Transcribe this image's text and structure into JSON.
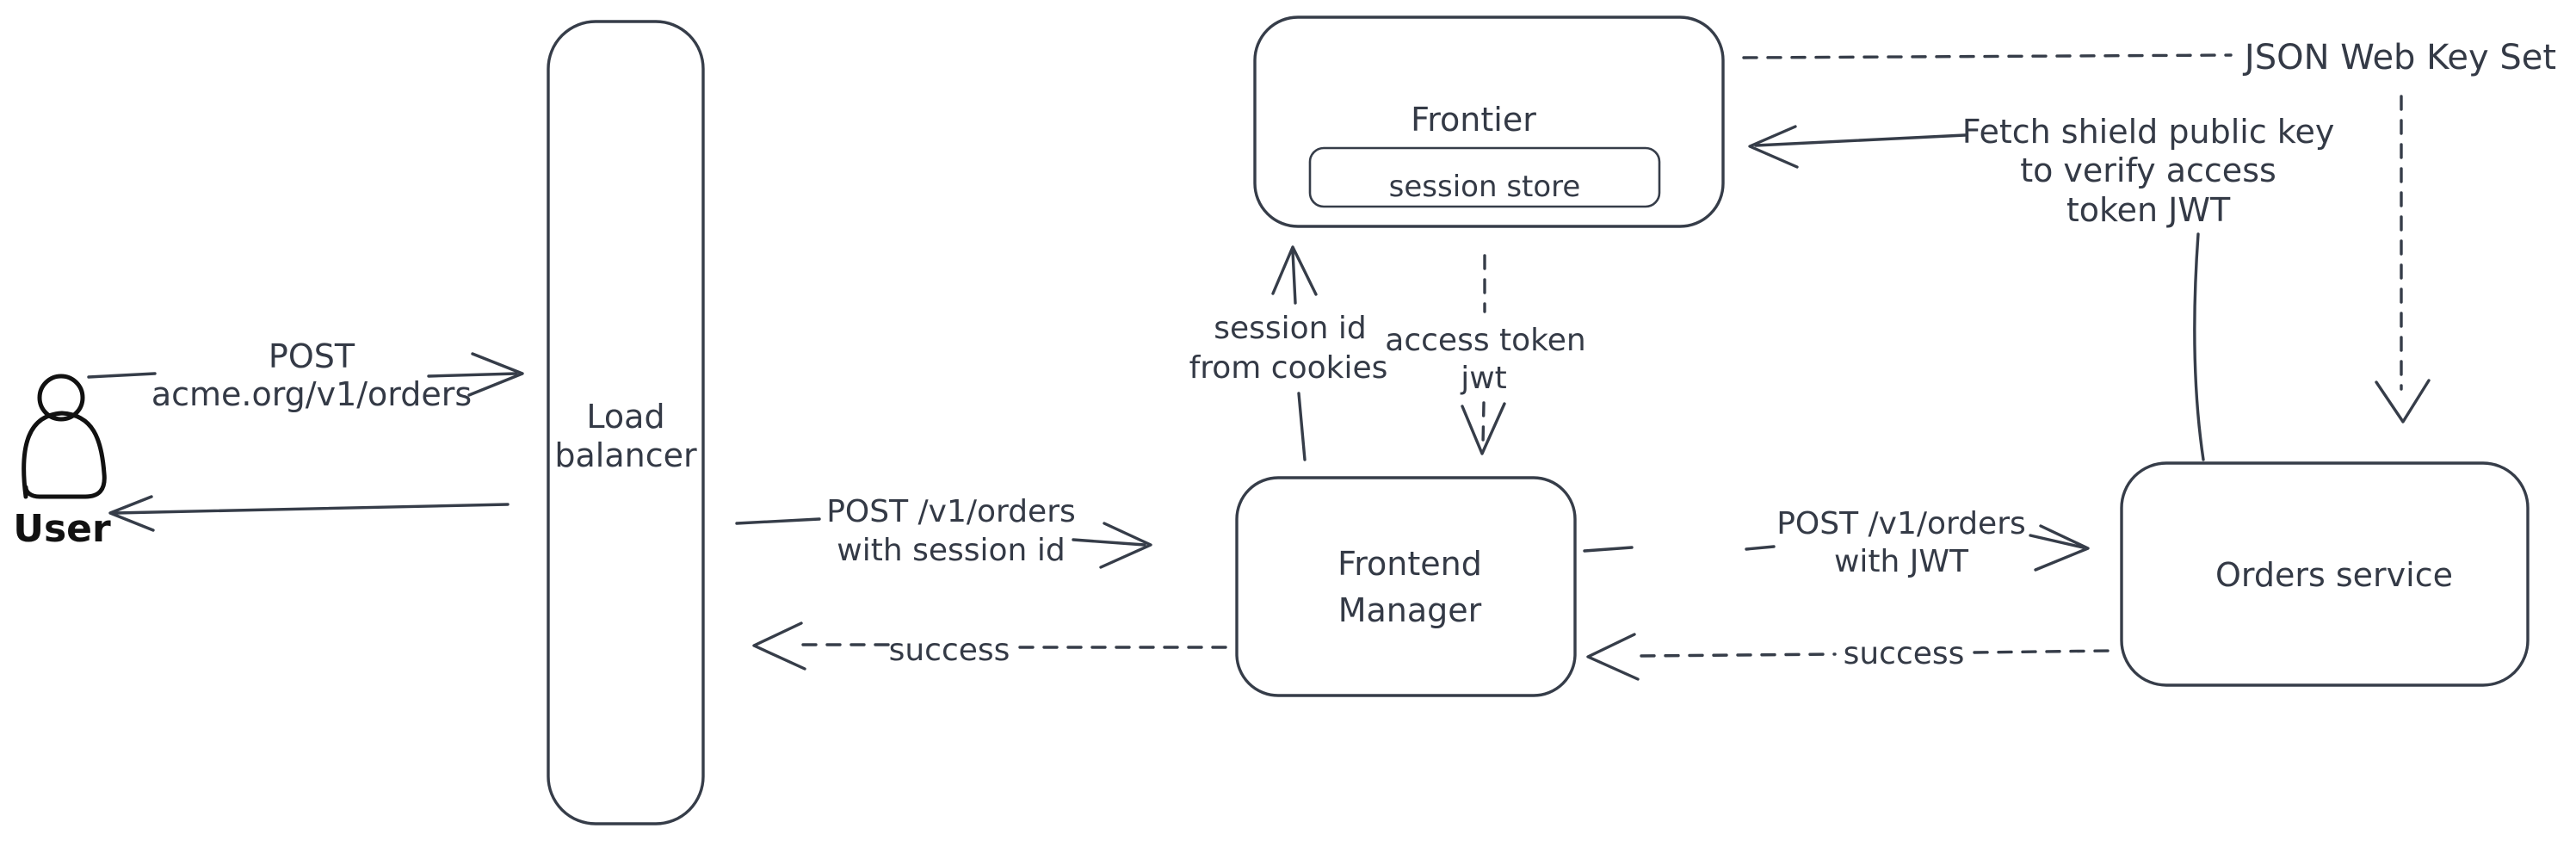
{
  "nodes": {
    "user": {
      "label": "User"
    },
    "load_balancer": {
      "label_line1": "Load",
      "label_line2": "balancer"
    },
    "frontier": {
      "label": "Frontier",
      "session_store": {
        "label": "session store"
      }
    },
    "frontend_manager": {
      "label_line1": "Frontend",
      "label_line2": "Manager"
    },
    "orders_service": {
      "label": "Orders service"
    }
  },
  "edges": {
    "user_to_lb": {
      "label_line1": "POST",
      "label_line2": "acme.org/v1/orders",
      "style": "solid"
    },
    "lb_to_user": {
      "style": "solid"
    },
    "lb_to_fm": {
      "label_line1": "POST /v1/orders",
      "label_line2": "with session id",
      "style": "solid"
    },
    "fm_to_lb": {
      "label": "success",
      "style": "dashed"
    },
    "fm_to_frontier": {
      "label_line1": "session id",
      "label_line2": "from cookies",
      "style": "solid"
    },
    "frontier_to_fm": {
      "label_line1": "access token",
      "label_line2": "jwt",
      "style": "dashed"
    },
    "fm_to_orders": {
      "label_line1": "POST /v1/orders",
      "label_line2": "with JWT",
      "style": "solid"
    },
    "orders_to_fm": {
      "label": "success",
      "style": "dashed"
    },
    "orders_to_frontier": {
      "label_line1": "Fetch shield public key",
      "label_line2": "to verify access",
      "label_line3": "token JWT",
      "style": "solid"
    },
    "frontier_to_jwks": {
      "label": "JSON Web Key Set",
      "style": "dashed"
    }
  },
  "colors": {
    "stroke": "#363d49",
    "text": "#343a46",
    "user_stroke": "#111111",
    "hatch": "#ccd7e2",
    "background": "#ffffff"
  }
}
